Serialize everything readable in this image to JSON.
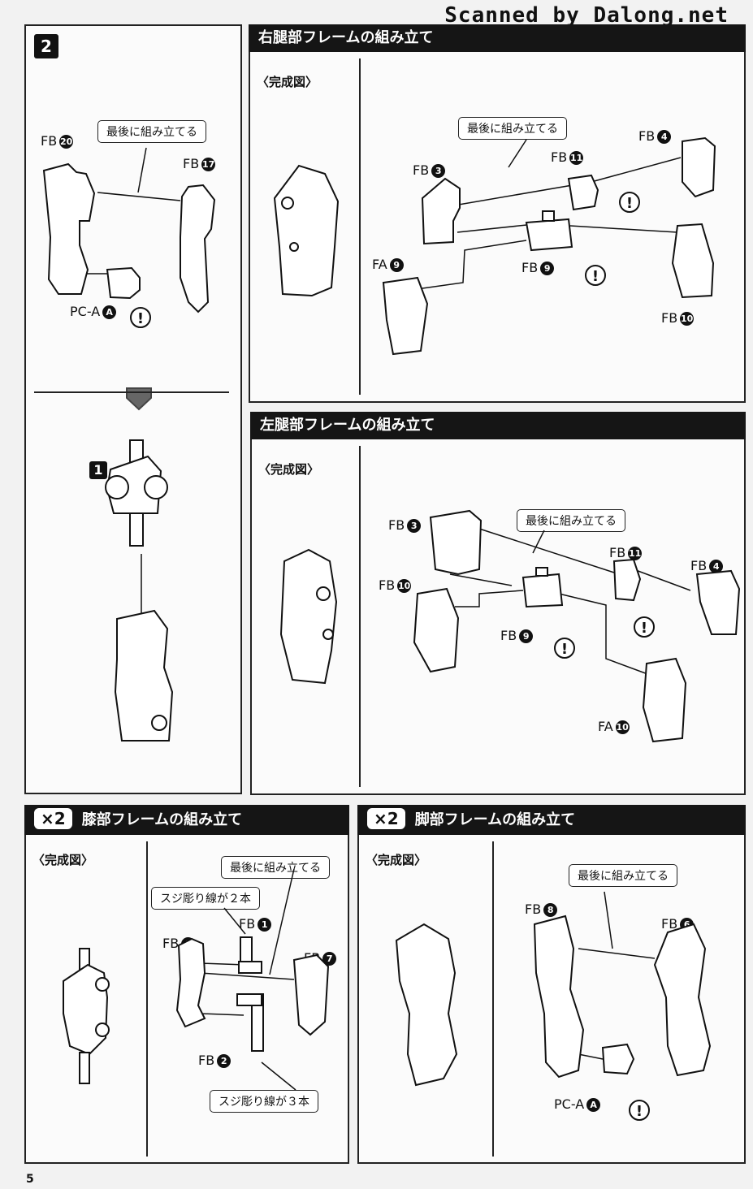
{
  "watermark": "Scanned by Dalong.net",
  "page_number": "5",
  "step2": {
    "step": "2",
    "sub_step": "1",
    "callout": "最後に組み立てる",
    "labels": {
      "fb20": "FB",
      "fb20_num": "20",
      "fb17": "FB",
      "fb17_num": "17",
      "pca": "PC-A",
      "pca_num": "A"
    }
  },
  "right_leg": {
    "title": "右腿部フレームの組み立て",
    "completed": "〈完成図〉",
    "callout": "最後に組み立てる",
    "labels": {
      "fb3": "FB",
      "fb3_num": "3",
      "fb11": "FB",
      "fb11_num": "11",
      "fb4": "FB",
      "fb4_num": "4",
      "fa9": "FA",
      "fa9_num": "9",
      "fb9": "FB",
      "fb9_num": "9",
      "fb10": "FB",
      "fb10_num": "10"
    }
  },
  "left_leg": {
    "title": "左腿部フレームの組み立て",
    "completed": "〈完成図〉",
    "callout": "最後に組み立てる",
    "labels": {
      "fb3": "FB",
      "fb3_num": "3",
      "fb11": "FB",
      "fb11_num": "11",
      "fb4": "FB",
      "fb4_num": "4",
      "fb10": "FB",
      "fb10_num": "10",
      "fb9": "FB",
      "fb9_num": "9",
      "fa10": "FA",
      "fa10_num": "10"
    }
  },
  "knee": {
    "multiplier": "×2",
    "title": "膝部フレームの組み立て",
    "completed": "〈完成図〉",
    "callout": "最後に組み立てる",
    "note1": "スジ彫り線が２本",
    "note2": "スジ彫り線が３本",
    "labels": {
      "fb1": "FB",
      "fb1_num": "1",
      "fb5": "FB",
      "fb5_num": "5",
      "fb7": "FB",
      "fb7_num": "7",
      "fb2": "FB",
      "fb2_num": "2"
    }
  },
  "foot": {
    "multiplier": "×2",
    "title": "脚部フレームの組み立て",
    "completed": "〈完成図〉",
    "callout": "最後に組み立てる",
    "labels": {
      "fb8": "FB",
      "fb8_num": "8",
      "fb6": "FB",
      "fb6_num": "6",
      "pca": "PC-A",
      "pca_num": "A"
    }
  },
  "warning_symbol": "!"
}
